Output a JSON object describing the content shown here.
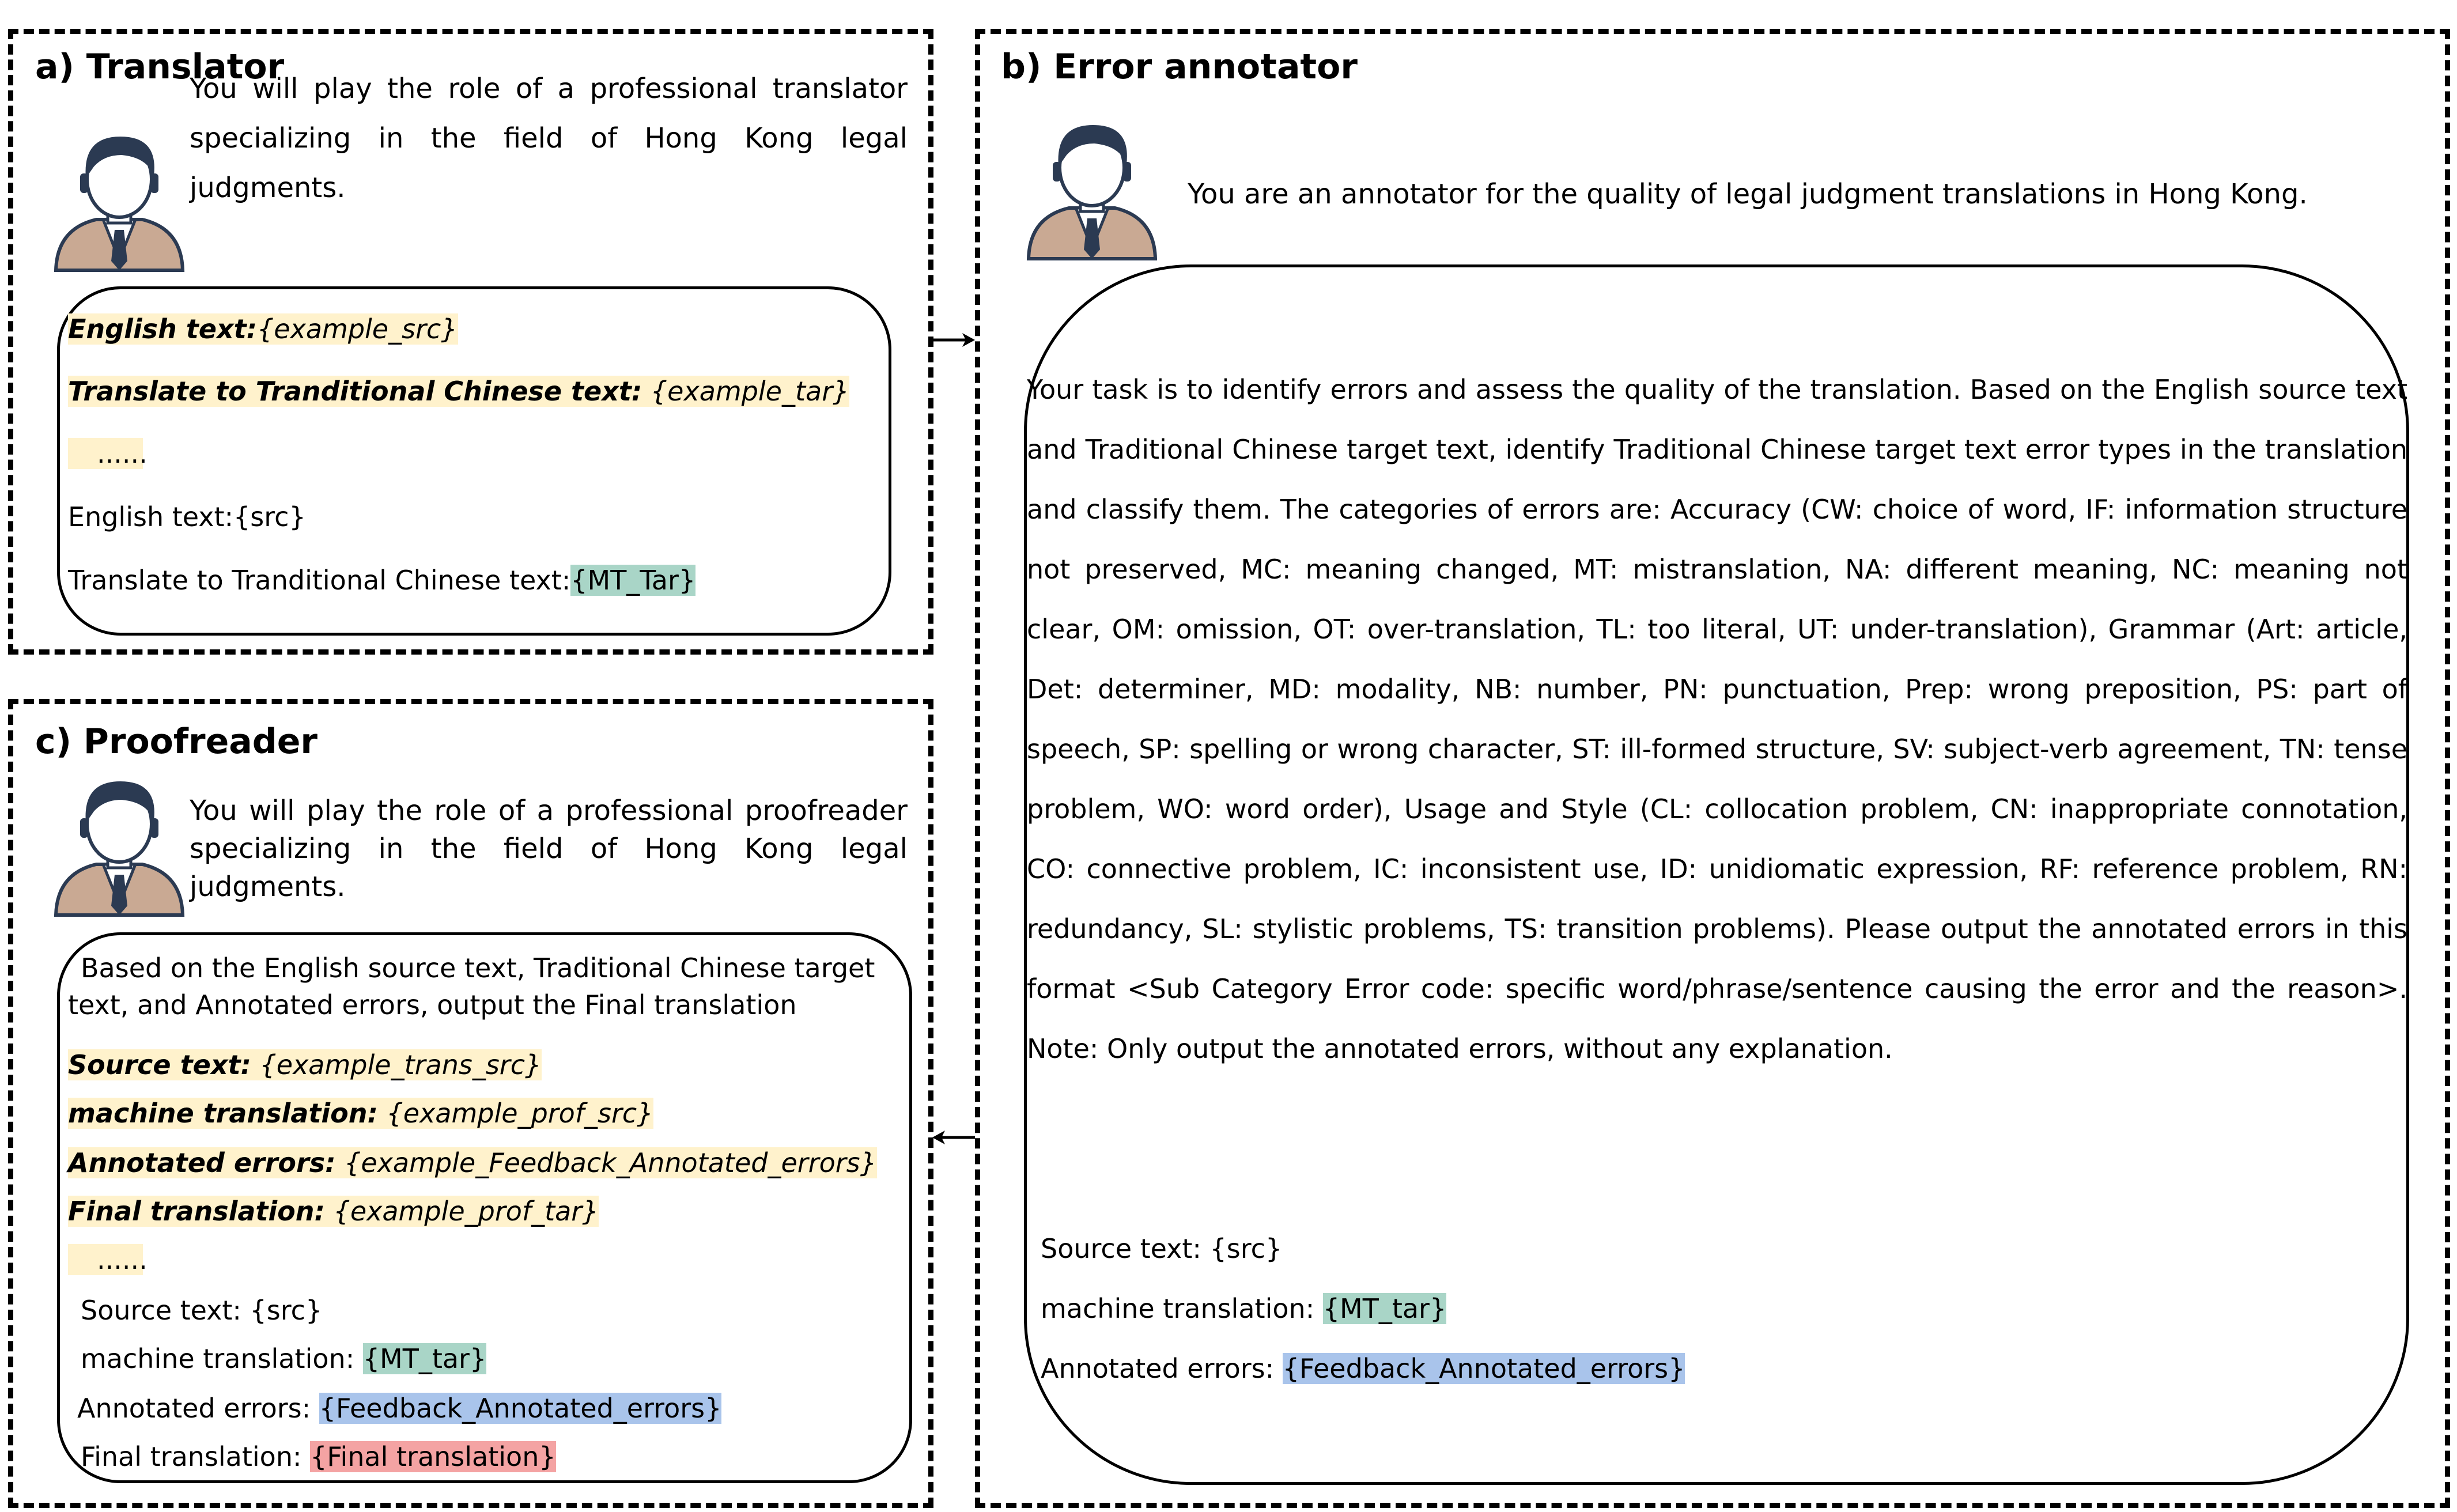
{
  "translator": {
    "title": "a) Translator",
    "intro": "You will play the role of a professional translator specializing in the field of Hong Kong legal judgments.",
    "example_en_label": "English text:",
    "example_en_value": "{example_src}",
    "example_tr_label": "Translate to Tranditional Chinese text:",
    "example_tr_value": "{example_tar}",
    "ellipsis": "......",
    "en_label": "English text:",
    "en_value": "{src}",
    "tr_label": "Translate to Tranditional Chinese text:",
    "tr_value": "{MT_Tar}"
  },
  "annotator": {
    "title": "b) Error annotator",
    "intro": "You are an annotator for the quality of legal judgment translations in Hong Kong.",
    "task": "Your task is to identify errors and assess the quality of the translation. Based on the English source text and Traditional Chinese target text, identify Traditional Chinese target text error types in the translation and classify them. The categories of errors are: Accuracy (CW: choice of word, IF: information structure not preserved, MC: meaning changed, MT: mistranslation, NA: different meaning, NC: meaning not clear, OM: omission, OT: over-translation, TL: too literal, UT: under-translation), Grammar (Art: article, Det: determiner, MD: modality, NB: number, PN: punctuation, Prep: wrong preposition, PS: part of speech, SP: spelling or wrong character, ST: ill-formed structure, SV: subject-verb agreement, TN: tense problem, WO: word order), Usage and Style (CL: collocation problem, CN: inappropriate connotation, CO: connective problem, IC: inconsistent use, ID: unidiomatic expression, RF: reference problem, RN: redundancy, SL: stylistic problems, TS: transition problems). Please output the annotated errors in this format <Sub Category Error code: specific word/phrase/sentence causing the error and the reason>. Note: Only output the annotated errors, without any explanation.",
    "src_label": "Source text:",
    "src_value": "{src}",
    "mt_label": "machine translation:",
    "mt_value": "{MT_tar}",
    "err_label": "Annotated errors:",
    "err_value": "{Feedback_Annotated_errors}"
  },
  "proofreader": {
    "title": "c) Proofreader",
    "intro": "You will play the role of a professional proofreader specializing in the field of Hong Kong legal judgments.",
    "instruction_1": "Based on the English source text, Traditional Chinese target",
    "instruction_2": "text, and Annotated errors, output the Final translation",
    "ex_src_label": "Source text:",
    "ex_src_value": "{example_trans_src}",
    "ex_mt_label": "machine translation:",
    "ex_mt_value": "{example_prof_src}",
    "ex_err_label": "Annotated errors:",
    "ex_err_value": "{example_Feedback_Annotated_errors}",
    "ex_final_label": "Final translation:",
    "ex_final_value": "{example_prof_tar}",
    "ellipsis": "......",
    "src_label": "Source text:",
    "src_value": "{src}",
    "mt_label": "machine translation:",
    "mt_value": "{MT_tar}",
    "err_label": "Annotated errors:",
    "err_value": "{Feedback_Annotated_errors}",
    "final_label": "Final translation:",
    "final_value": "{Final translation}"
  },
  "colors": {
    "example_highlight": "#fff2cc",
    "mt_highlight": "#a9d5c7",
    "errors_highlight": "#a9c4eb",
    "final_highlight": "#f4a3a3"
  },
  "icons": [
    "person-avatar-icon",
    "arrow-right-icon",
    "arrow-left-icon"
  ]
}
